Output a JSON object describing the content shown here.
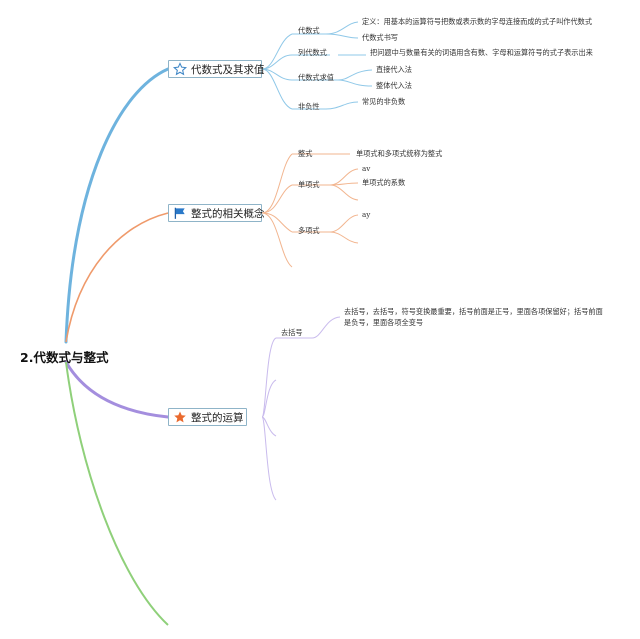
{
  "root": {
    "title": "2.代数式与整式"
  },
  "branches": [
    {
      "title": "代数式及其求值",
      "icon": "star-outline-icon",
      "color": "#6eb3de",
      "topics": [
        {
          "label": "代数式",
          "children": [
            "定义：用基本的运算符号把数或表示数的字母连接而成的式子叫作代数式",
            "代数式书写"
          ]
        },
        {
          "label": "列代数式",
          "children": [
            "把问题中与数量有关的词语用含有数、字母和运算符号的式子表示出来"
          ]
        },
        {
          "label": "代数式求值",
          "children": [
            "直接代入法",
            "整体代入法"
          ]
        },
        {
          "label": "非负性",
          "children": [
            "常见的非负数"
          ]
        }
      ]
    },
    {
      "title": "整式的相关概念",
      "icon": "flag-icon",
      "color": "#ef9a6b",
      "topics": [
        {
          "label": "整式",
          "children": [
            "单项式和多项式统称为整式"
          ]
        },
        {
          "label": "单项式",
          "children": [
            "av",
            "单项式的系数",
            ""
          ]
        },
        {
          "label": "多项式",
          "children": [
            "ay",
            ""
          ]
        }
      ]
    },
    {
      "title": "整式的运算",
      "icon": "star-filled-icon",
      "color": "#a48ede",
      "topics": [
        {
          "label": "去括号",
          "children": [
            "去括号，去括号，符号变换最重要，括号前面是正号，里面各项保留好；括号前面是负号，里面各项全变号"
          ]
        }
      ]
    }
  ]
}
